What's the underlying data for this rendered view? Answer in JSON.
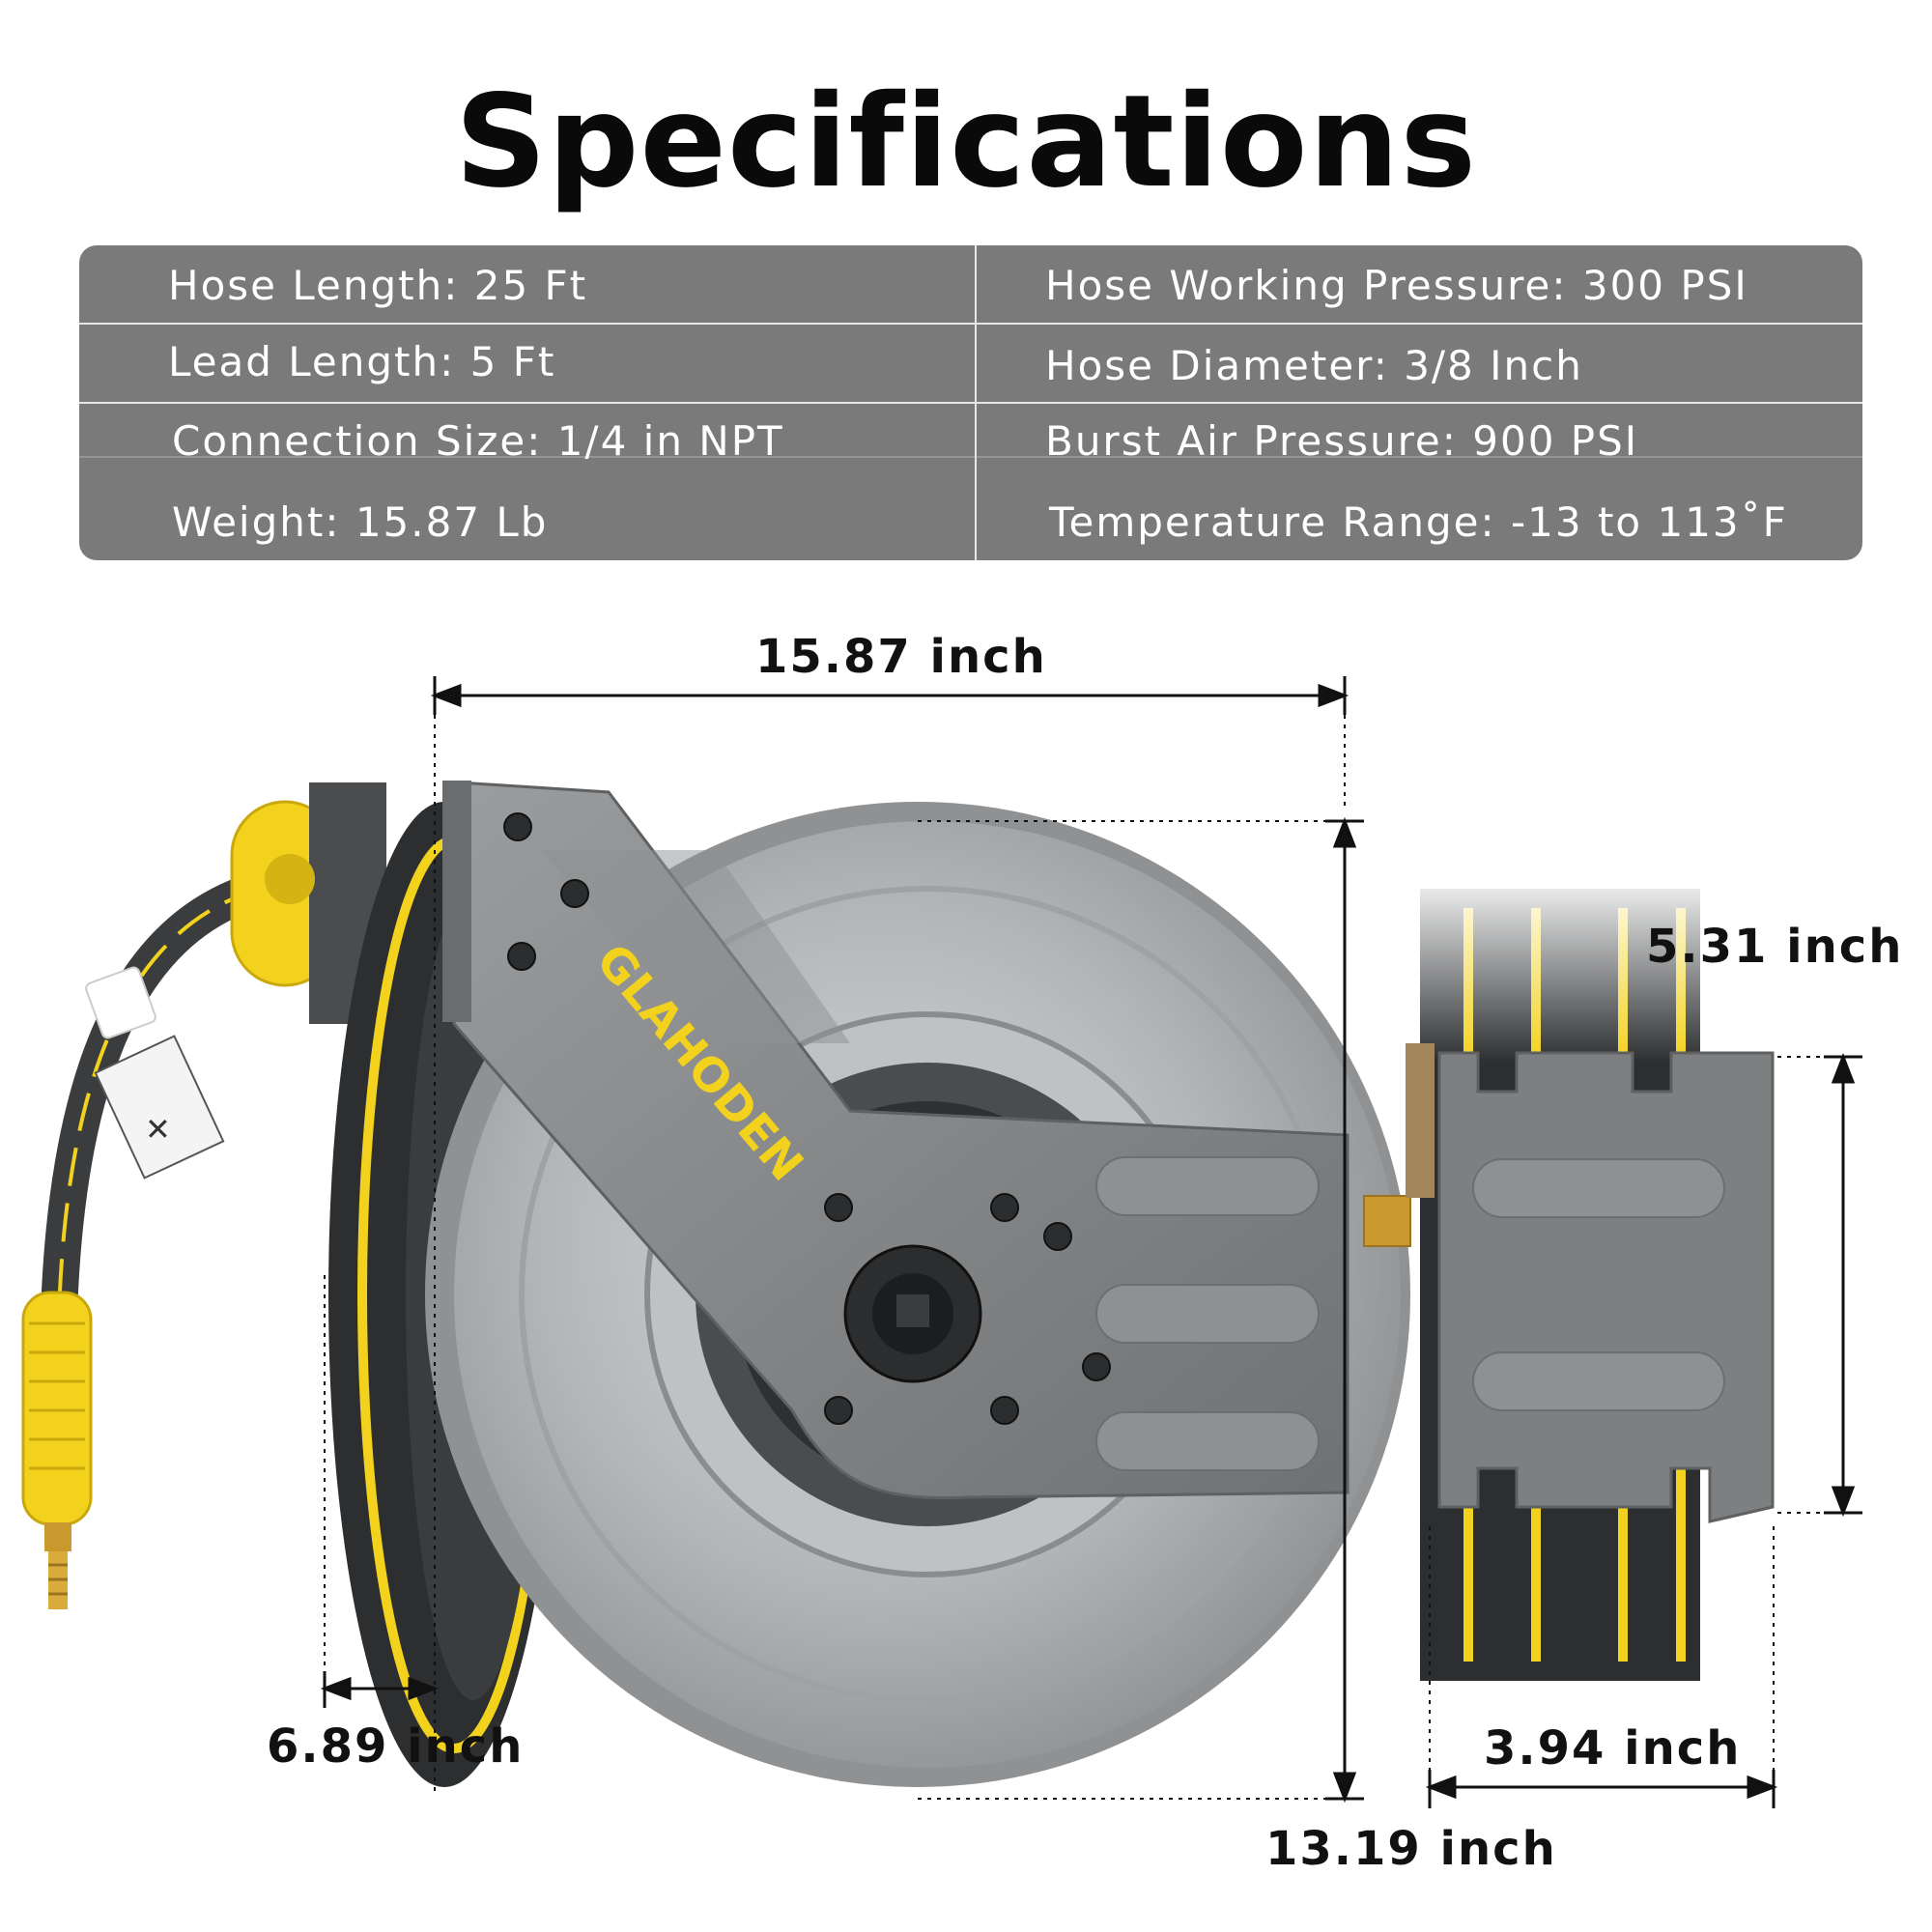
{
  "title": "Specifications",
  "specs": {
    "left": [
      "Hose Length: 25 Ft",
      "Lead Length: 5 Ft",
      "Connection Size: 1/4 in NPT",
      "Weight: 15.87 Lb"
    ],
    "right": [
      "Hose Working Pressure: 300 PSI",
      "Hose Diameter: 3/8 Inch",
      "Burst Air Pressure: 900 PSI",
      "Temperature Range: -13 to 113˚F"
    ]
  },
  "brand_logo": "GLAHODEN",
  "dimensions": {
    "width": "15.87 inch",
    "height": "13.19 inch",
    "reel_depth": "6.89 inch",
    "bracket_height": "5.31 inch",
    "bracket_width": "3.94 inch"
  },
  "colors": {
    "table_bg": "#7a7a7a",
    "accent_yellow": "#f2d21c",
    "reel_gray": "#a9abad",
    "bracket_gray": "#7d7f81",
    "hose_dark": "#3a3c3e"
  }
}
